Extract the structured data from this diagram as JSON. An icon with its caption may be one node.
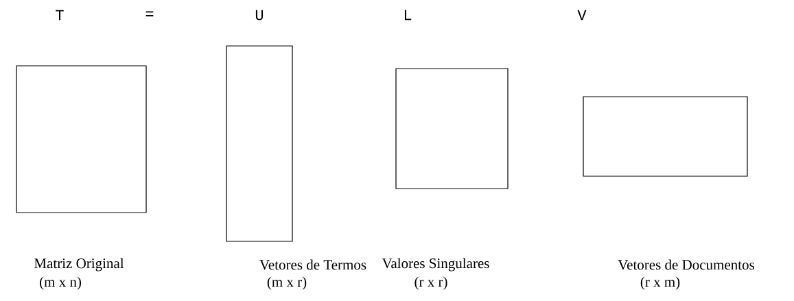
{
  "diagram": {
    "nodes": [
      {
        "text": [],
        "shape": "box",
        "beside": [
          "Matriz Original",
          "(m x n)"
        ]
      },
      {
        "text": [],
        "shape": "box",
        "beside": [
          "Vetores de Termos",
          "(m x r)"
        ]
      },
      {
        "text": [],
        "shape": "box",
        "beside": [
          "Valores Singulares",
          "(r x r)"
        ]
      },
      {
        "text": [],
        "shape": "box",
        "beside": [
          "Vetores de Documentos",
          "(r x m)"
        ]
      }
    ],
    "labels": [
      "T",
      "=",
      "U",
      "L",
      "V"
    ]
  }
}
